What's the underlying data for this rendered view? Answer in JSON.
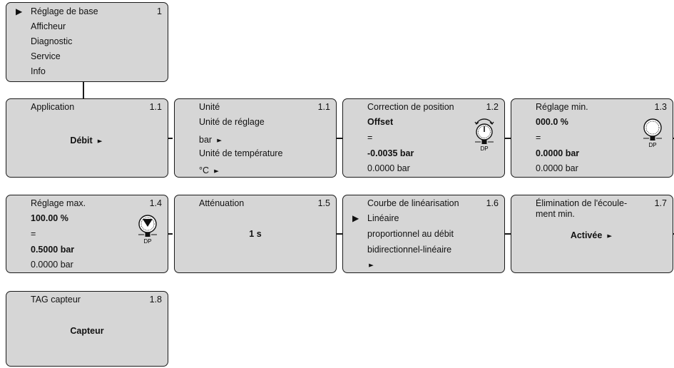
{
  "main_menu": {
    "number": "1",
    "selected_marker": "▶",
    "items": [
      "Réglage de base",
      "Afficheur",
      "Diagnostic",
      "Service",
      "Info"
    ]
  },
  "boxes": {
    "b11a": {
      "title": "Application",
      "num": "1.1",
      "value": "Débit"
    },
    "b11b": {
      "title": "Unité",
      "num": "1.1",
      "line1": "Unité de réglage",
      "line2": "bar",
      "line3": "Unité de température",
      "line4": "°C"
    },
    "b12": {
      "title": "Correction de position",
      "num": "1.2",
      "line1": "Offset",
      "line2": "=",
      "line3": "-0.0035 bar",
      "line4": "0.0000 bar"
    },
    "b13": {
      "title": "Réglage min.",
      "num": "1.3",
      "line1": "000.0 %",
      "line2": "=",
      "line3": "0.0000 bar",
      "line4": "0.0000 bar"
    },
    "b14": {
      "title": "Réglage max.",
      "num": "1.4",
      "line1": "100.00 %",
      "line2": "=",
      "line3": "0.5000 bar",
      "line4": "0.0000 bar"
    },
    "b15": {
      "title": "Atténuation",
      "num": "1.5",
      "value": "1 s"
    },
    "b16": {
      "title": "Courbe de linéarisation",
      "num": "1.6",
      "marker": "▶",
      "line1": "Linéaire",
      "line2": "proportionnel au débit",
      "line3": "bidirectionnel-linéaire"
    },
    "b17": {
      "title": "Élimination de l'écoule-",
      "title2": "ment min.",
      "num": "1.7",
      "value": "Activée"
    },
    "b18": {
      "title": "TAG capteur",
      "num": "1.8",
      "value": "Capteur"
    }
  },
  "icons": {
    "dp_label": "DP",
    "arrow": "►"
  }
}
